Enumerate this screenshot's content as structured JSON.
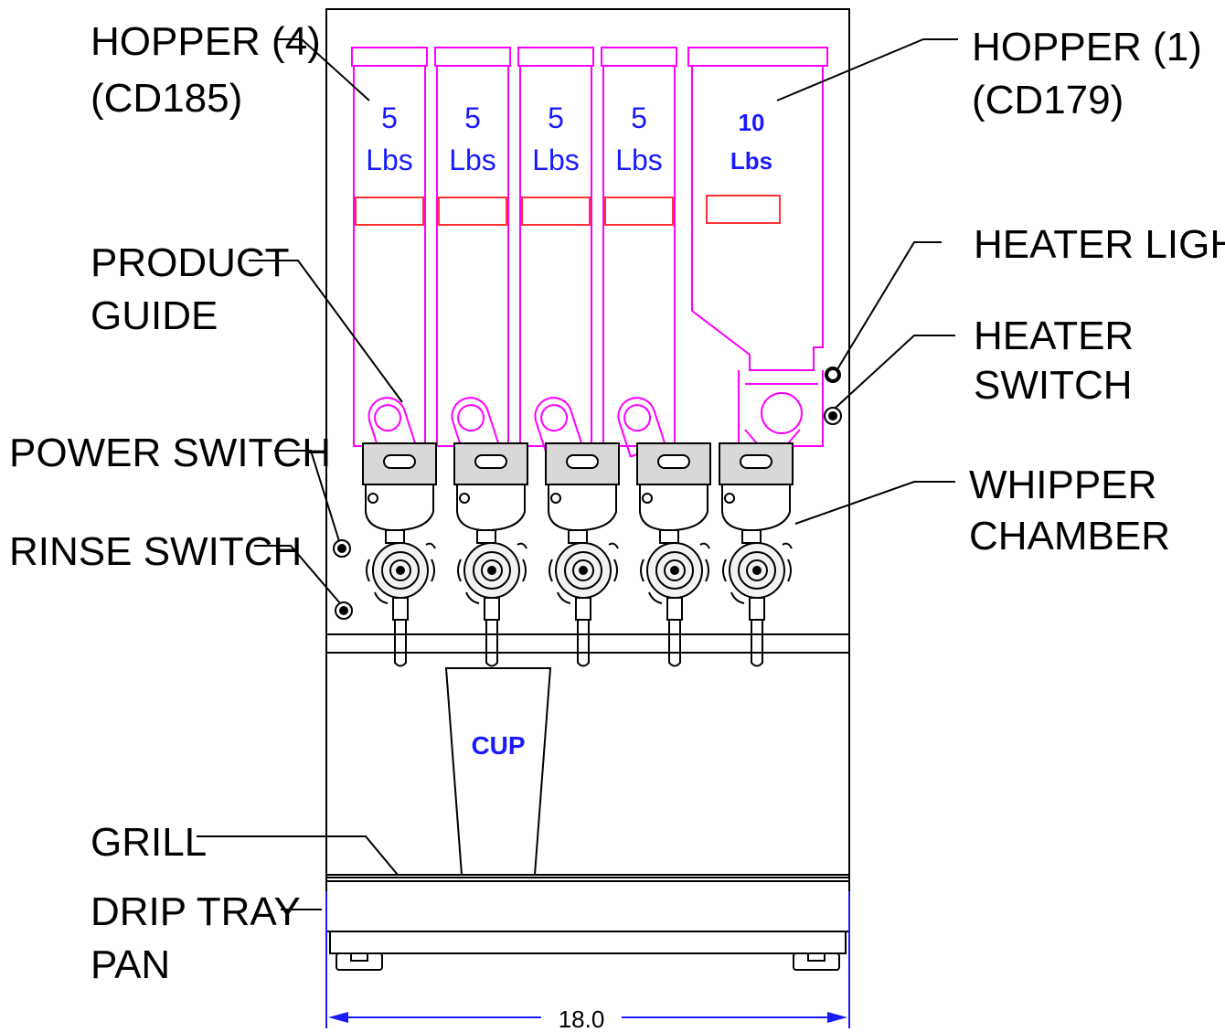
{
  "labels": {
    "hopper4": [
      "HOPPER (4)",
      "(CD185)"
    ],
    "hopper1": [
      "HOPPER (1)",
      "(CD179)"
    ],
    "product_guide": [
      "PRODUCT",
      "GUIDE"
    ],
    "heater_light": "HEATER LIGHT",
    "heater_switch": [
      "HEATER",
      "SWITCH"
    ],
    "power_switch": "POWER SWITCH",
    "whipper_chamber": [
      "WHIPPER",
      "CHAMBER"
    ],
    "rinse_switch": "RINSE SWITCH",
    "grill": "GRILL",
    "drip_tray_pan": [
      "DRIP TRAY",
      "PAN"
    ]
  },
  "hoppers": [
    {
      "qty": "5",
      "unit": "Lbs"
    },
    {
      "qty": "5",
      "unit": "Lbs"
    },
    {
      "qty": "5",
      "unit": "Lbs"
    },
    {
      "qty": "5",
      "unit": "Lbs"
    },
    {
      "qty": "10",
      "unit": "Lbs"
    }
  ],
  "cup_label": "CUP",
  "dimension": "18.0",
  "colors": {
    "hopper": "#ff00ff",
    "window": "#ff3333",
    "text_blue": "#1a1aff",
    "dim_line": "#1a1aff",
    "line": "#000000"
  }
}
